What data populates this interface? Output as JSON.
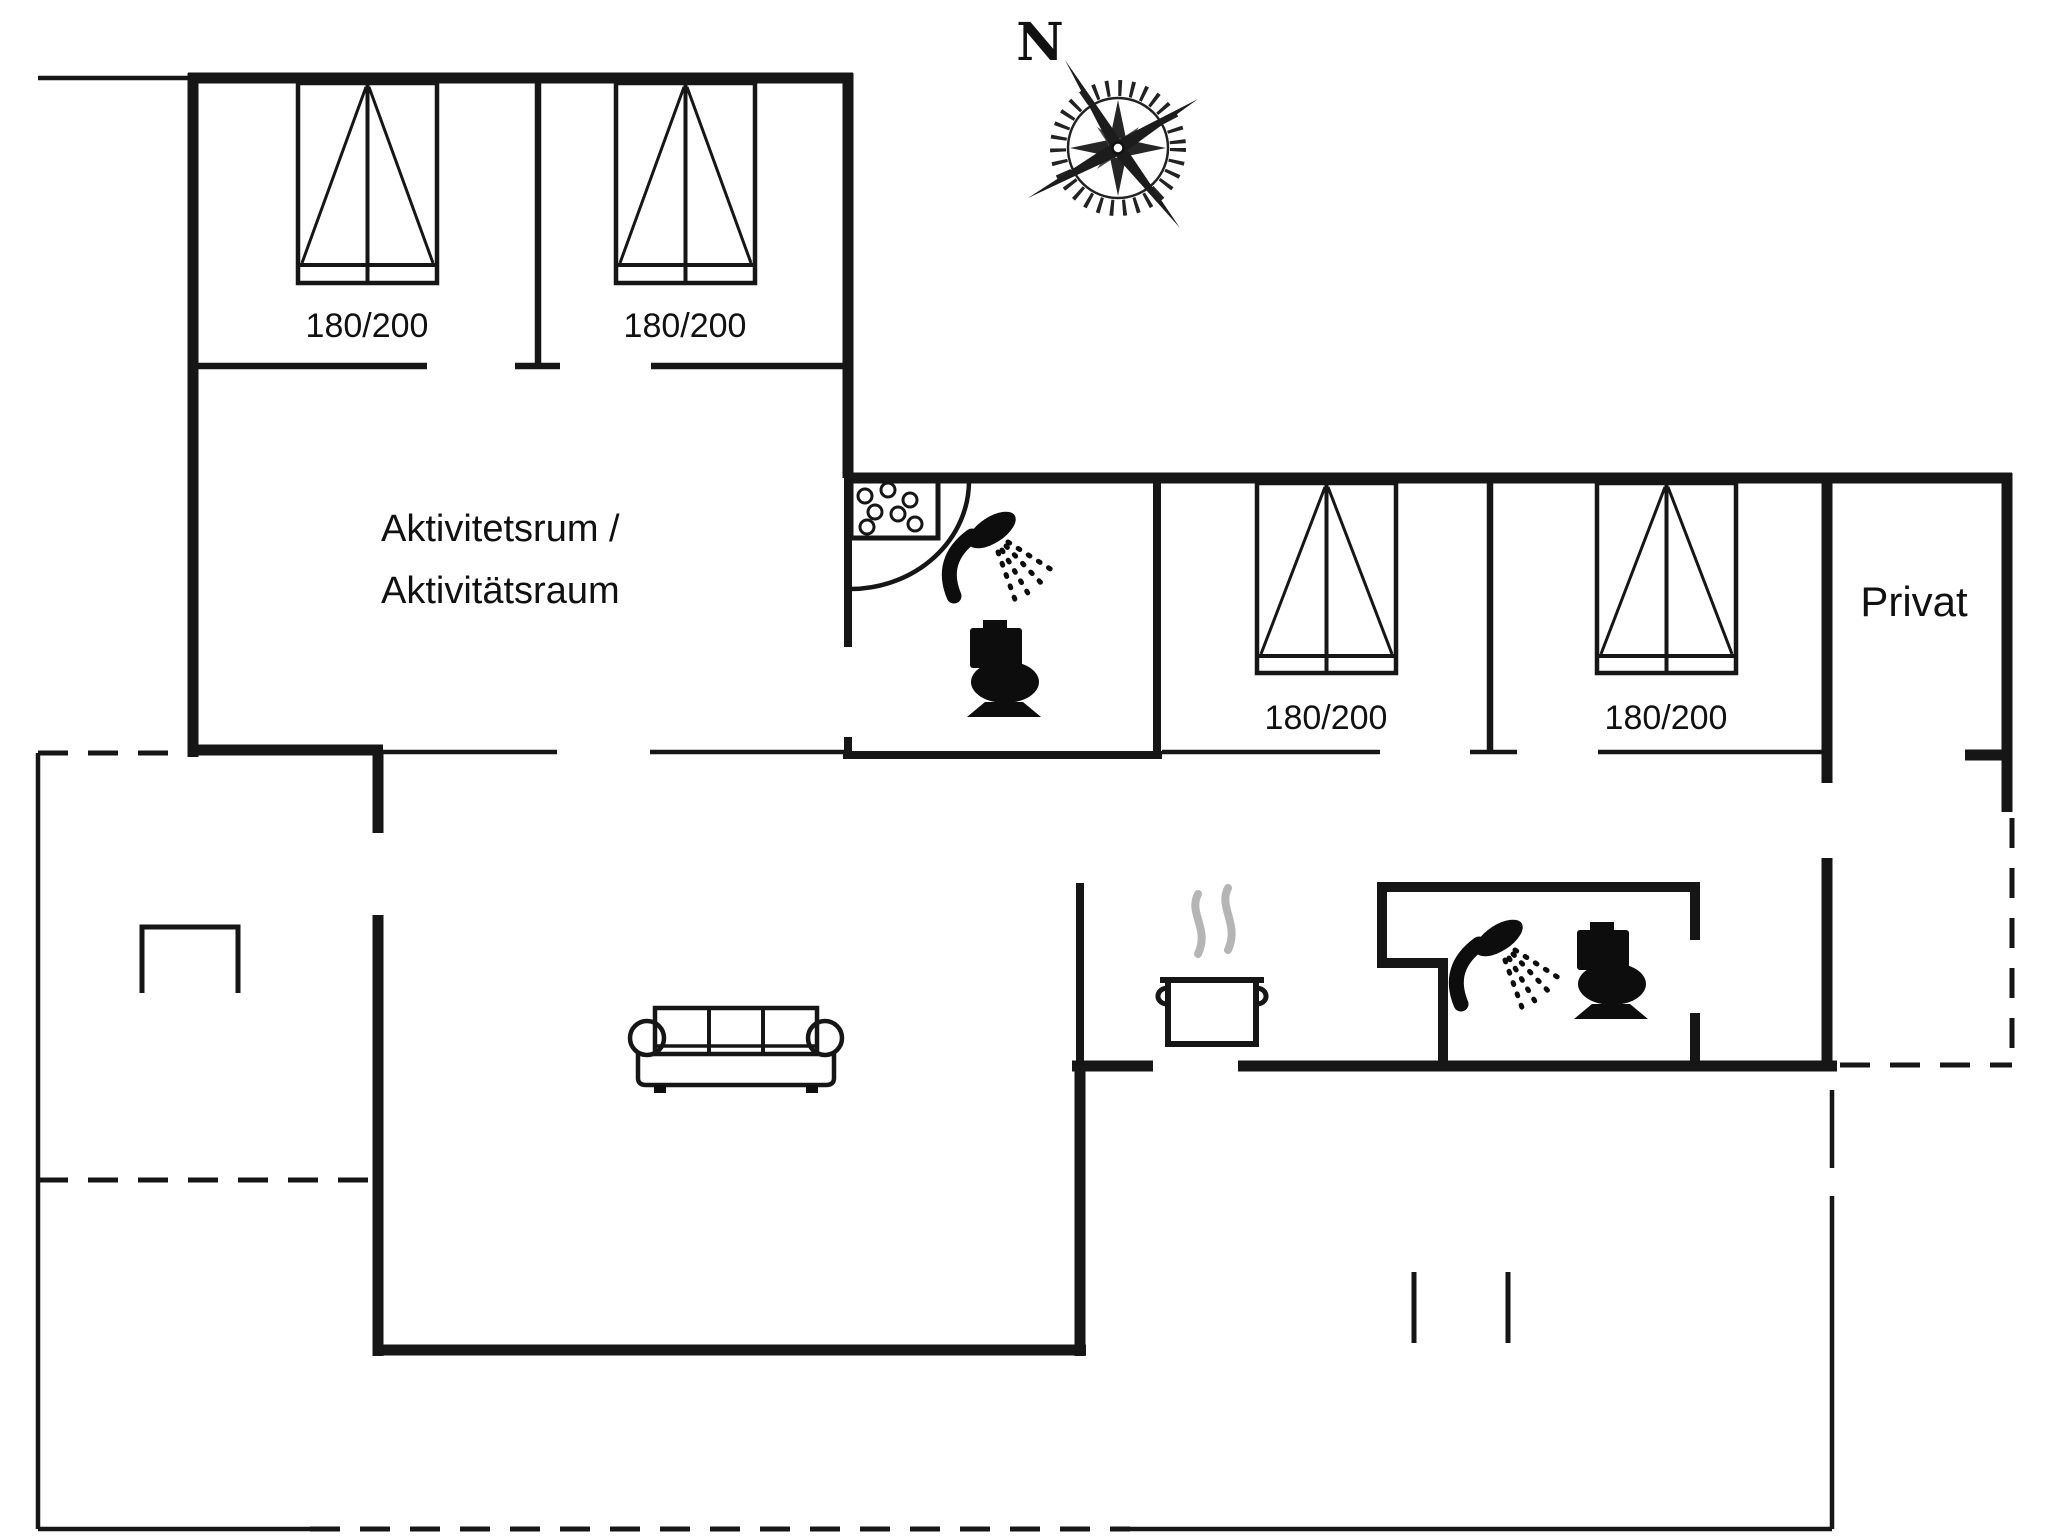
{
  "page": {
    "background": "#ffffff"
  },
  "colors": {
    "wall": "#161616",
    "steam": "#b5b5b5",
    "text": "#111111"
  },
  "compass": {
    "label": "N"
  },
  "rooms": {
    "activity_room": {
      "name_line1": "Aktivitetsrum /",
      "name_line2": "Aktivitätsraum"
    },
    "private_room": {
      "name": "Privat"
    }
  },
  "beds": [
    {
      "location": "bedroom-top-left",
      "size": "180/200"
    },
    {
      "location": "bedroom-top-right",
      "size": "180/200"
    },
    {
      "location": "bedroom-mid-left",
      "size": "180/200"
    },
    {
      "location": "bedroom-mid-right",
      "size": "180/200"
    }
  ],
  "icons": [
    "compass-rose-icon",
    "double-bed-icon",
    "washbasin-icon",
    "shower-icon",
    "toilet-icon",
    "cooking-pot-icon",
    "sofa-icon",
    "terrace-bench-icon"
  ]
}
